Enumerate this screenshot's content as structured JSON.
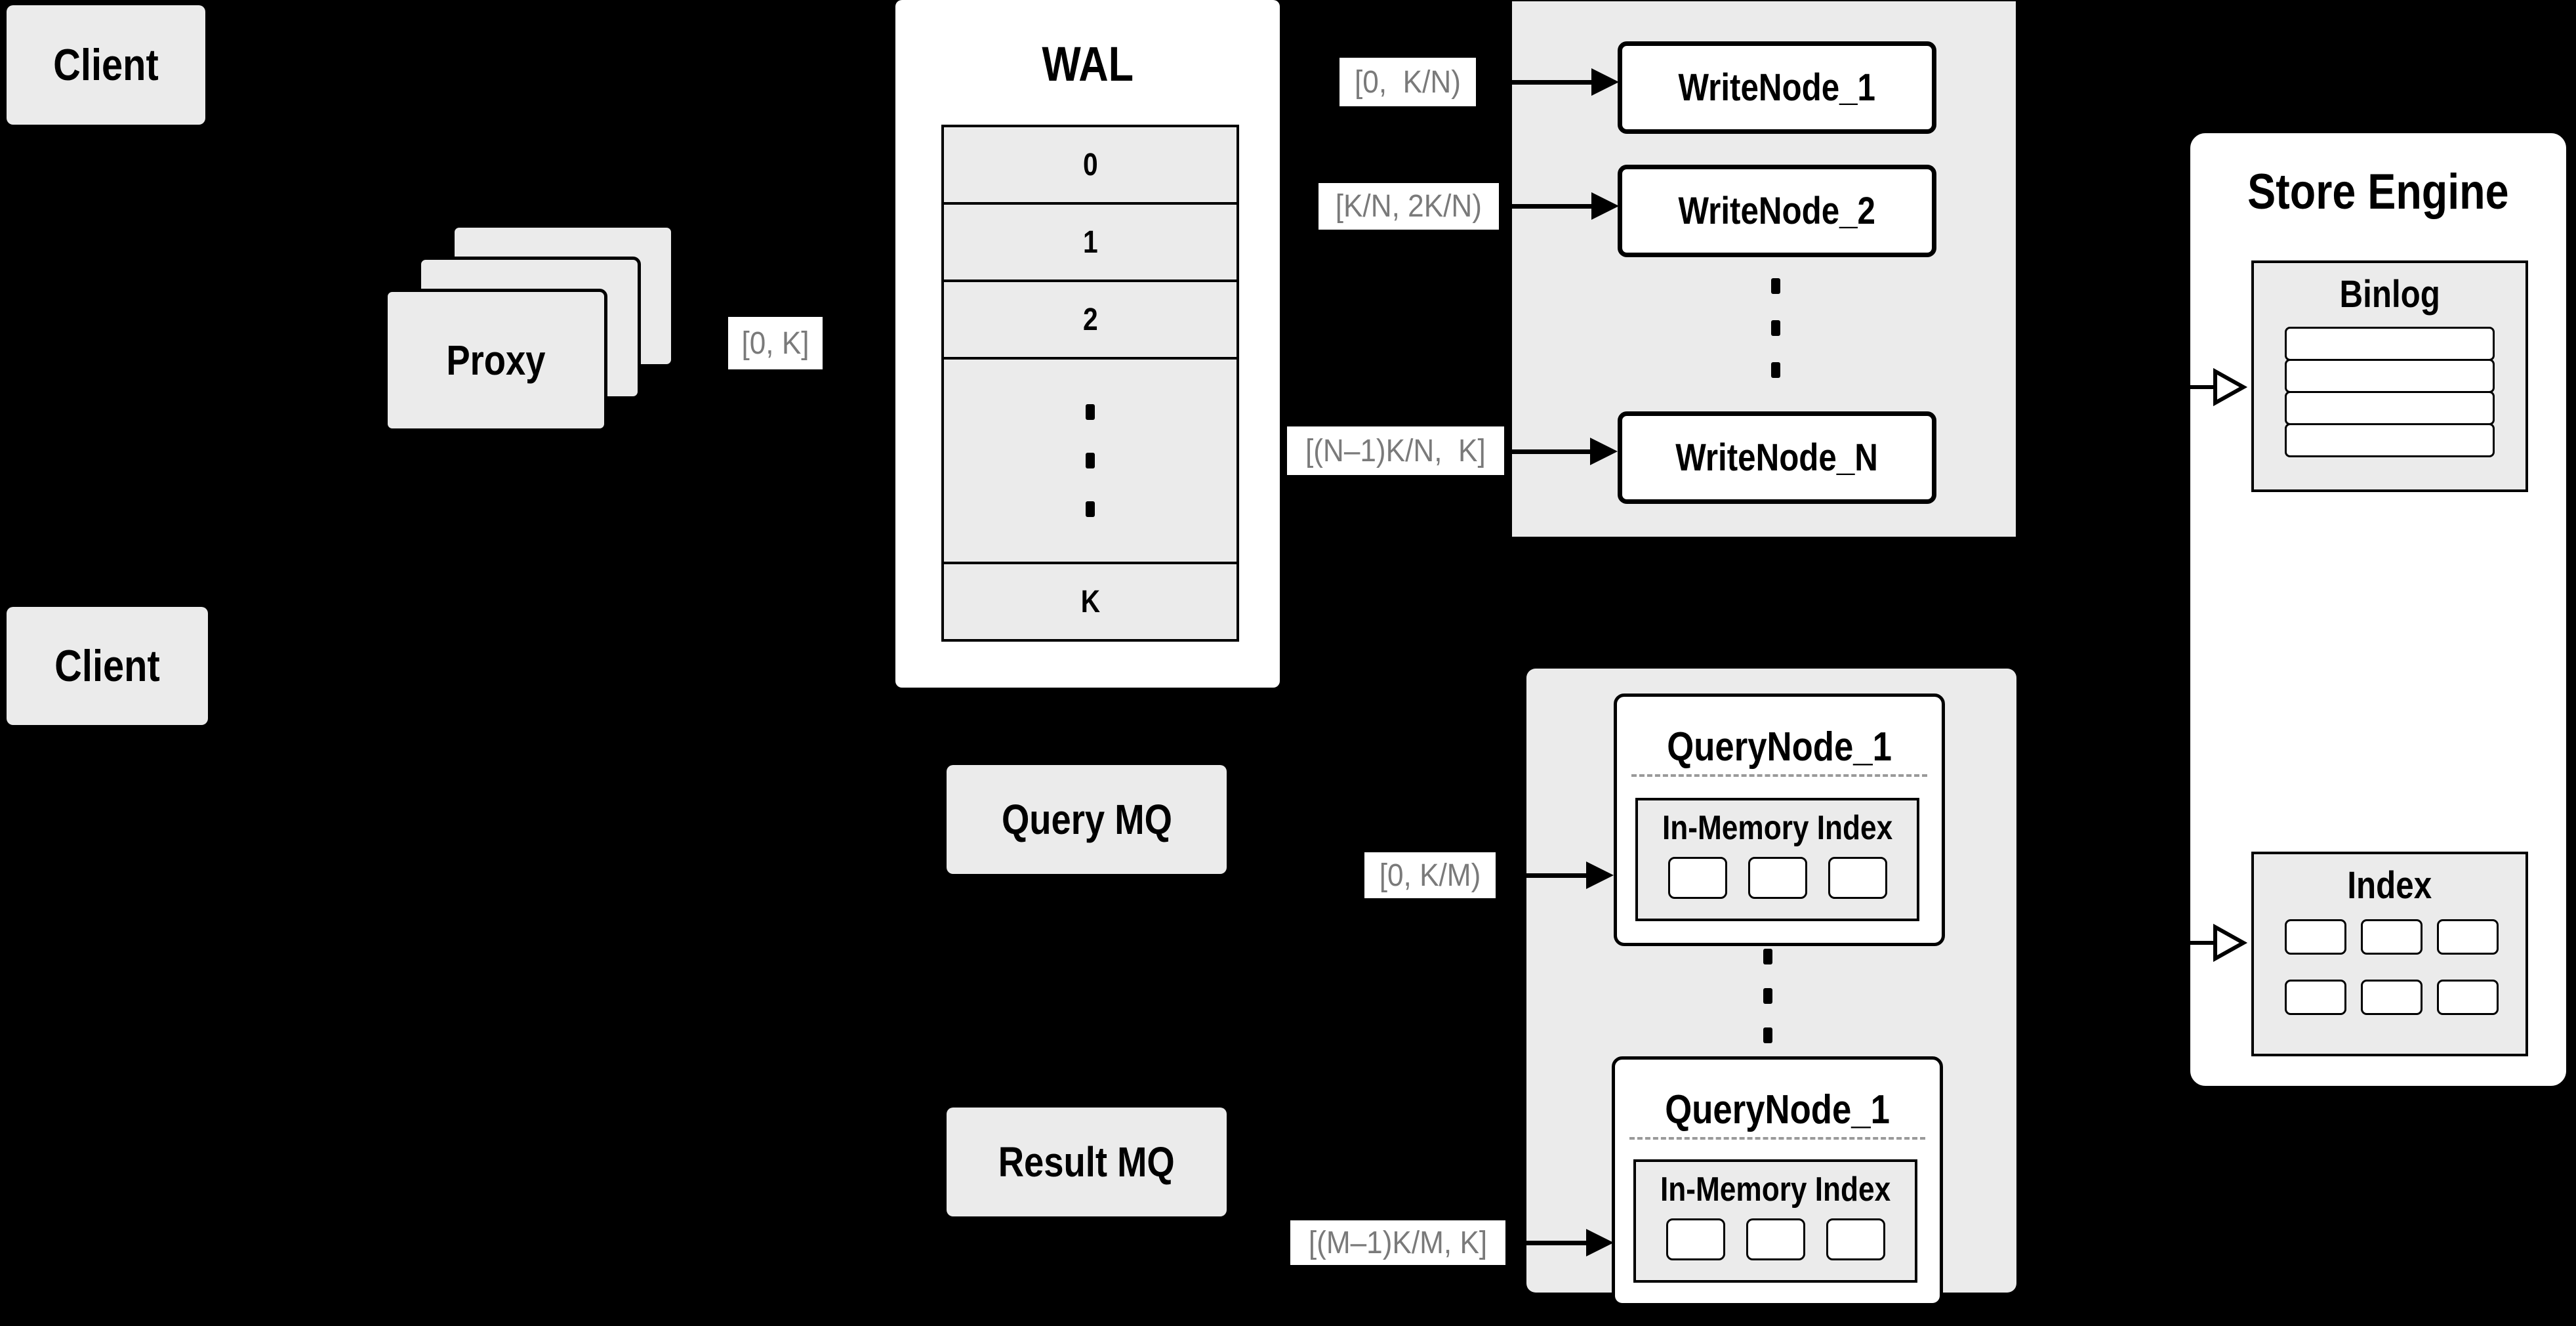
{
  "colors": {
    "background": "#000000",
    "panel_gray": "#ebebeb",
    "box_white": "#ffffff",
    "line_black": "#000000",
    "range_label_text": "#7a7a7a",
    "divider_dash": "#9a9a9a"
  },
  "clients": [
    {
      "label": "Client"
    },
    {
      "label": "Client"
    }
  ],
  "proxy": {
    "label": "Proxy"
  },
  "range_labels": {
    "proxy": "[0, K]",
    "write": [
      "[0,  K/N)",
      "[K/N, 2K/N)",
      "[(N–1)K/N,  K]"
    ],
    "query": [
      "[0, K/M)",
      "[(M–1)K/M, K]"
    ]
  },
  "wal": {
    "title": "WAL",
    "segments": [
      "0",
      "1",
      "2"
    ],
    "last_segment": "K"
  },
  "write_group": {
    "nodes": [
      "WriteNode_1",
      "WriteNode_2",
      "WriteNode_N"
    ]
  },
  "mq": {
    "query": "Query MQ",
    "result": "Result MQ"
  },
  "query_group": {
    "nodes": [
      {
        "title": "QueryNode_1",
        "inner_title": "In-Memory Index"
      },
      {
        "title": "QueryNode_1",
        "inner_title": "In-Memory Index"
      }
    ]
  },
  "store_engine": {
    "title": "Store Engine",
    "binlog_title": "Binlog",
    "index_title": "Index"
  }
}
